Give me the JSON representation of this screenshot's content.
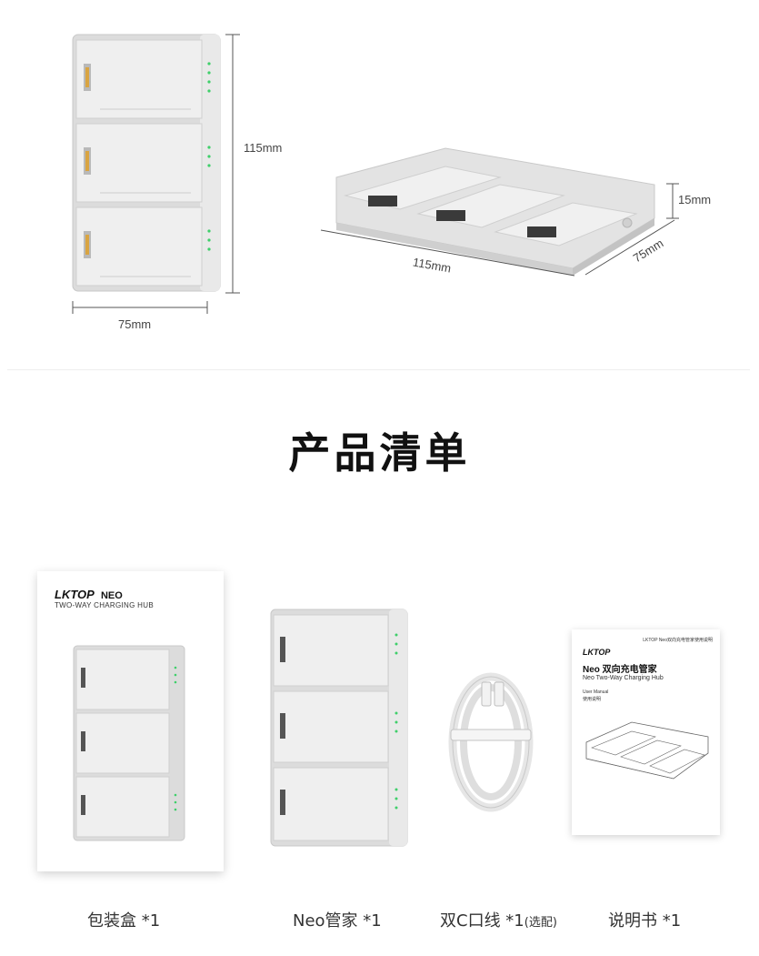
{
  "dimensions": {
    "front_height": "115mm",
    "front_width": "75mm",
    "iso_height": "15mm",
    "iso_length": "115mm",
    "iso_width": "75mm"
  },
  "section": {
    "title": "产品清单"
  },
  "items": [
    {
      "label": "包装盒 *1",
      "note": ""
    },
    {
      "label": "Neo管家 *1",
      "note": ""
    },
    {
      "label": "双C口线 *1",
      "note": "(选配)"
    },
    {
      "label": "说明书 *1",
      "note": ""
    }
  ],
  "box": {
    "brand": "LKTOP",
    "model": "NEO",
    "subtitle": "TWO-WAY CHARGING HUB"
  },
  "manual": {
    "header": "LKTOP Neo双向充电管家使用说明",
    "brand": "LKTOP",
    "title_cn": "Neo 双向充电管家",
    "title_en": "Neo Two-Way Charging Hub",
    "user_manual": "User Manual",
    "user_manual_cn": "使用说明"
  },
  "colors": {
    "led": "#3fcf6a",
    "device": "#e6e6e6",
    "device_edge": "#cfcfcf"
  }
}
